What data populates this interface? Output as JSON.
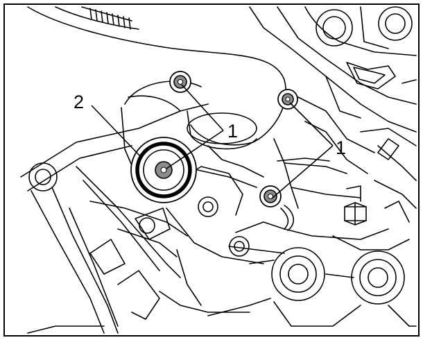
{
  "illustration": {
    "callouts": [
      {
        "id": "bolt-top",
        "label": "1"
      },
      {
        "id": "bolt-right",
        "label": "1"
      },
      {
        "id": "seal-plug",
        "label": "2"
      }
    ],
    "colors": {
      "line": "#000000",
      "shade": "#8c8c8c",
      "background": "#ffffff"
    }
  }
}
